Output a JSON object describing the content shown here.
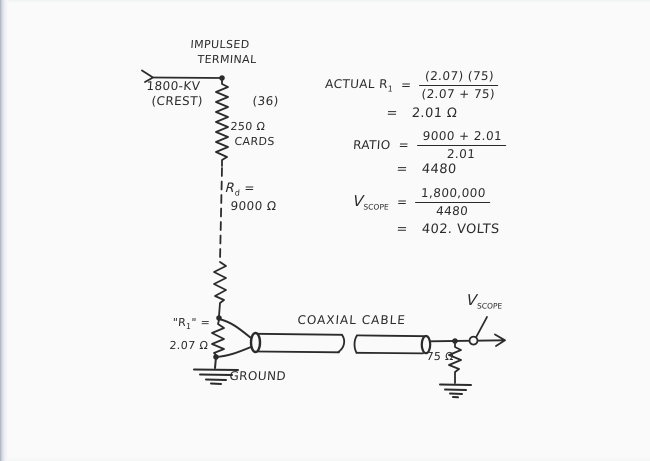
{
  "colors": {
    "ink": "#2b2b2b",
    "paper": "#fafafa"
  },
  "diagram": {
    "terminal_label_line1": "IMPULSED",
    "terminal_label_line2": "TERMINAL",
    "source_value": "1800-KV",
    "source_note": "(CREST)",
    "stack_count": "(36)",
    "stack_value": "250 Ω",
    "stack_type": "CARDS",
    "rd_name": "R",
    "rd_sub": "d",
    "rd_equals": " =",
    "rd_value": "9000 Ω",
    "r1_prefix": "\"R",
    "r1_sub": "1",
    "r1_suffix": "\" =",
    "r1_value": "2.07 Ω",
    "ground_label": "GROUND",
    "coax_label": "COAXIAL CABLE",
    "vscope_name": "V",
    "vscope_sub": "SCOPE",
    "r75_value": "75 Ω"
  },
  "calculations": {
    "actual_r1": {
      "lhs": "ACTUAL R",
      "lhs_sub": "1",
      "equals": "=",
      "numerator": "(2.07) (75)",
      "denominator": "(2.07 + 75)",
      "result_equals": "=",
      "result": "2.01 Ω"
    },
    "ratio": {
      "lhs": "RATIO",
      "equals": "=",
      "numerator": "9000 + 2.01",
      "denominator": "2.01",
      "result_equals": "=",
      "result": "4480"
    },
    "vscope": {
      "lhs": "V",
      "lhs_sub": "SCOPE",
      "equals": "=",
      "numerator": "1,800,000",
      "denominator": "4480",
      "result_equals": "=",
      "result": "402. VOLTS"
    }
  }
}
